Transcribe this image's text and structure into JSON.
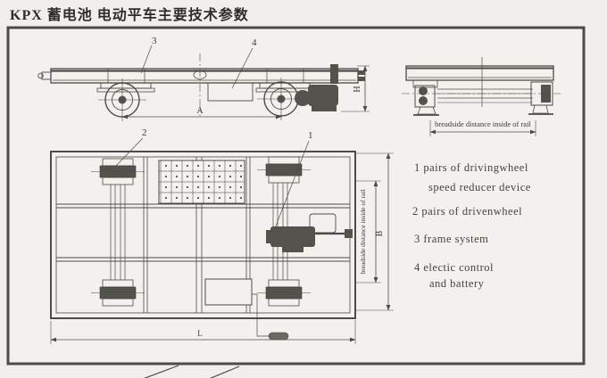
{
  "title": "KPX 蓄电池 电动平车主要技术参数",
  "side_view": {
    "callout_3": "3",
    "callout_4": "4",
    "dim_wheelbase_label": "A",
    "dim_height_label": "H"
  },
  "end_view": {
    "dim_caption": "breadside distance inside of rail"
  },
  "plan_view": {
    "callout_1": "1",
    "callout_2": "2",
    "dim_rail_caption": "breadside distance inside of rail",
    "dim_width_label": "B",
    "dim_length_label": "L"
  },
  "parts_list": {
    "item1_line1": "1 pairs of drivingwheel",
    "item1_line2": "speed reducer device",
    "item2": "2 pairs of drivenwheel",
    "item3": "3 frame system",
    "item4_line1": "4 electic control",
    "item4_line2": "and battery"
  },
  "colors": {
    "background": "#f0efeb",
    "line_dark": "#4c4b46",
    "line_light": "#6f6e68",
    "fill_dark": "#53524c",
    "text": "#3b3a35"
  }
}
